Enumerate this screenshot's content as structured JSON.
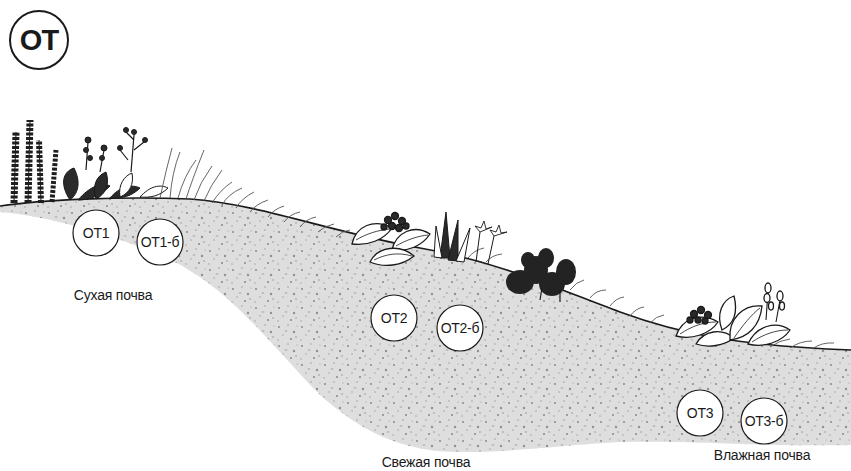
{
  "diagram": {
    "title": "ОТ",
    "nodes": [
      {
        "text": [
          "ОТ1"
        ]
      },
      {
        "text": [
          "ОТ1-б"
        ]
      },
      {
        "text": [
          "ОТ2"
        ]
      },
      {
        "text": [
          "ОТ2-б"
        ]
      },
      {
        "text": [
          "ОТ3"
        ]
      },
      {
        "text": [
          "ОТ3-б"
        ]
      }
    ],
    "labels": [
      "Сухая почва",
      "Свежая почва",
      "Влажная почва"
    ]
  }
}
